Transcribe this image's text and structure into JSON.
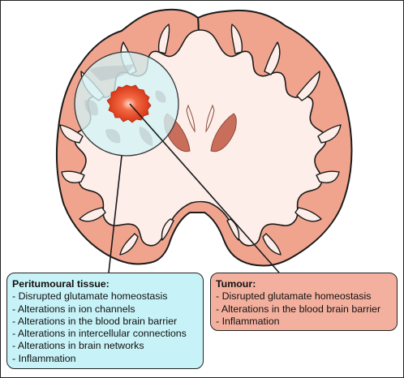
{
  "peritumoural": {
    "title": "Peritumoural tissue:",
    "items": [
      "- Disrupted glutamate homeostasis",
      "- Alterations in ion channels",
      "- Alterations in the blood brain barrier",
      "- Alterations in intercellular connections",
      "- Alterations in brain networks",
      "- Inflammation"
    ]
  },
  "tumour": {
    "title": "Tumour:",
    "items": [
      "- Disrupted glutamate homeostasis",
      "- Alterations in the blood brain barrier",
      "- Inflammation"
    ]
  },
  "colors": {
    "cortex": "#f0a48e",
    "white_matter": "#fdeee9",
    "deep_nuclei": "#c96e5a",
    "halo": "#d2f3f6",
    "tumour_core": "#e0401e",
    "peritumoural_box": "#c7f2f7",
    "tumour_box": "#f4b09e",
    "outline": "#222222"
  }
}
